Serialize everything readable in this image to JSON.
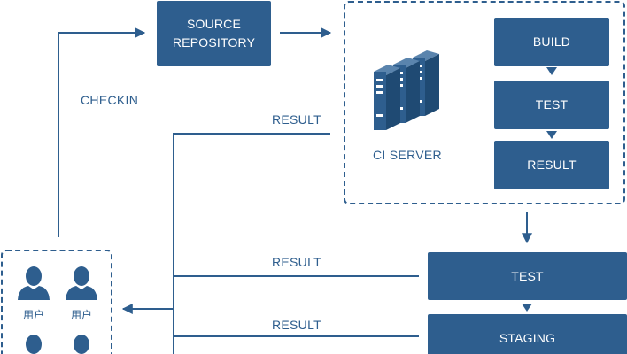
{
  "nodes": {
    "source_repository": [
      "SOURCE",
      "REPOSITORY"
    ],
    "ci_build": "BUILD",
    "ci_test": "TEST",
    "ci_result": "RESULT",
    "ci_server_label": "CI SERVER",
    "deploy_test": "TEST",
    "deploy_staging": "STAGING"
  },
  "edges": {
    "checkin": "CHECKIN",
    "result_ci": "RESULT",
    "result_test": "RESULT",
    "result_staging": "RESULT"
  },
  "users": {
    "label": "用户"
  },
  "colors": {
    "primary": "#2e5e8e",
    "background": "#ffffff"
  },
  "icons": {
    "server": "server-rack-icon",
    "user": "user-silhouette-icon"
  }
}
